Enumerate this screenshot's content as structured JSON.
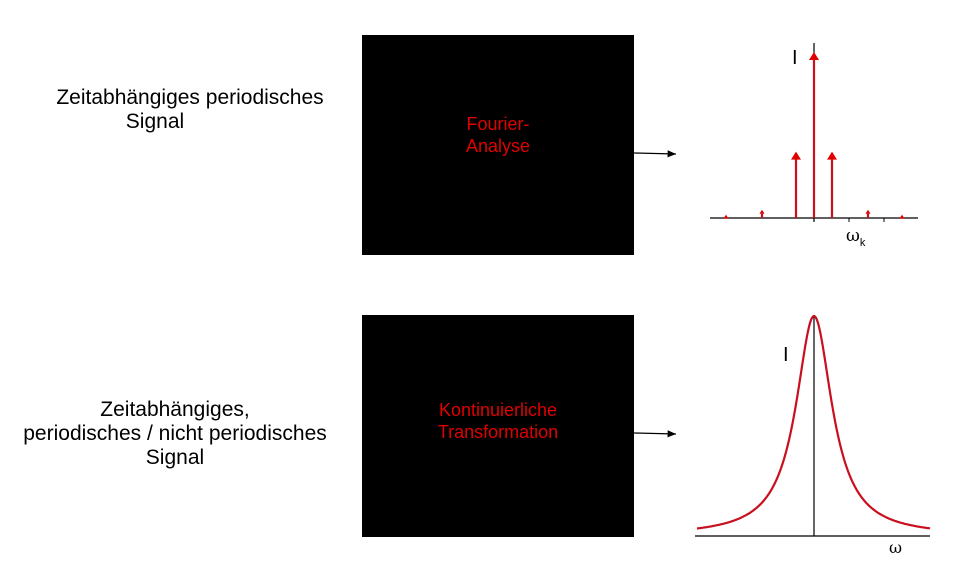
{
  "row1": {
    "input_label_line1": "Zeitabhängiges periodisches",
    "input_label_line2": "Signal",
    "box_line1": "Fourier-",
    "box_line2": "Analyse",
    "y_label": "I",
    "x_label": "ω",
    "x_label_sub": "k",
    "spectrum_amplitudes": [
      0.02,
      0.05,
      0.4,
      1.0,
      0.4,
      0.05,
      0.02
    ]
  },
  "row2": {
    "input_label_line1": "Zeitabhängiges,",
    "input_label_line2": "periodisches / nicht periodisches",
    "input_label_line3": "Signal",
    "box_line1": "Kontinuierliche",
    "box_line2": "Transformation",
    "y_label": "I",
    "x_label": "ω"
  },
  "colors": {
    "accent": "#e00000",
    "curve": "#c8101e",
    "box": "#000000"
  }
}
